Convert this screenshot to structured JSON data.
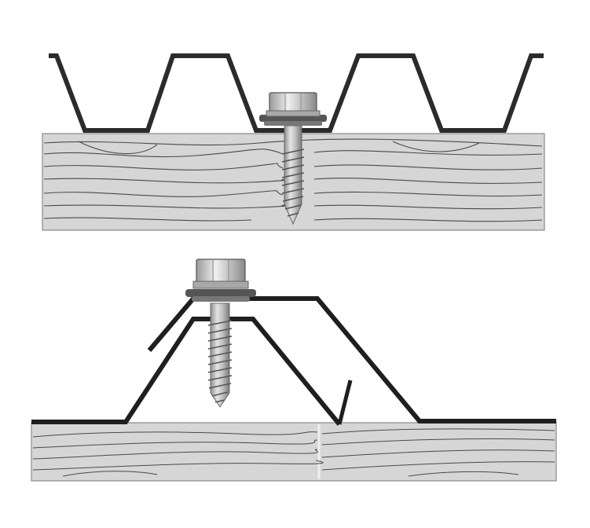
{
  "diagram": {
    "panels": [
      {
        "id": "through-valley-fastening",
        "parts": [
          "corrugated-metal-sheet",
          "hex-head-self-tapping-screw",
          "sealing-washer",
          "wood-batten"
        ]
      },
      {
        "id": "through-crest-overlap-fastening",
        "parts": [
          "overlapping-metal-sheets",
          "hex-head-self-tapping-screw",
          "sealing-washer",
          "wood-batten"
        ]
      }
    ],
    "colors": {
      "sheet_stroke": "#2b2b2b",
      "wood_fill": "#d6d6d6",
      "wood_grain": "#4a4a4a",
      "screw_metal": "#b8b8b8",
      "washer_dark": "#555555"
    },
    "icons": [
      "screw-icon",
      "washer-icon"
    ]
  }
}
